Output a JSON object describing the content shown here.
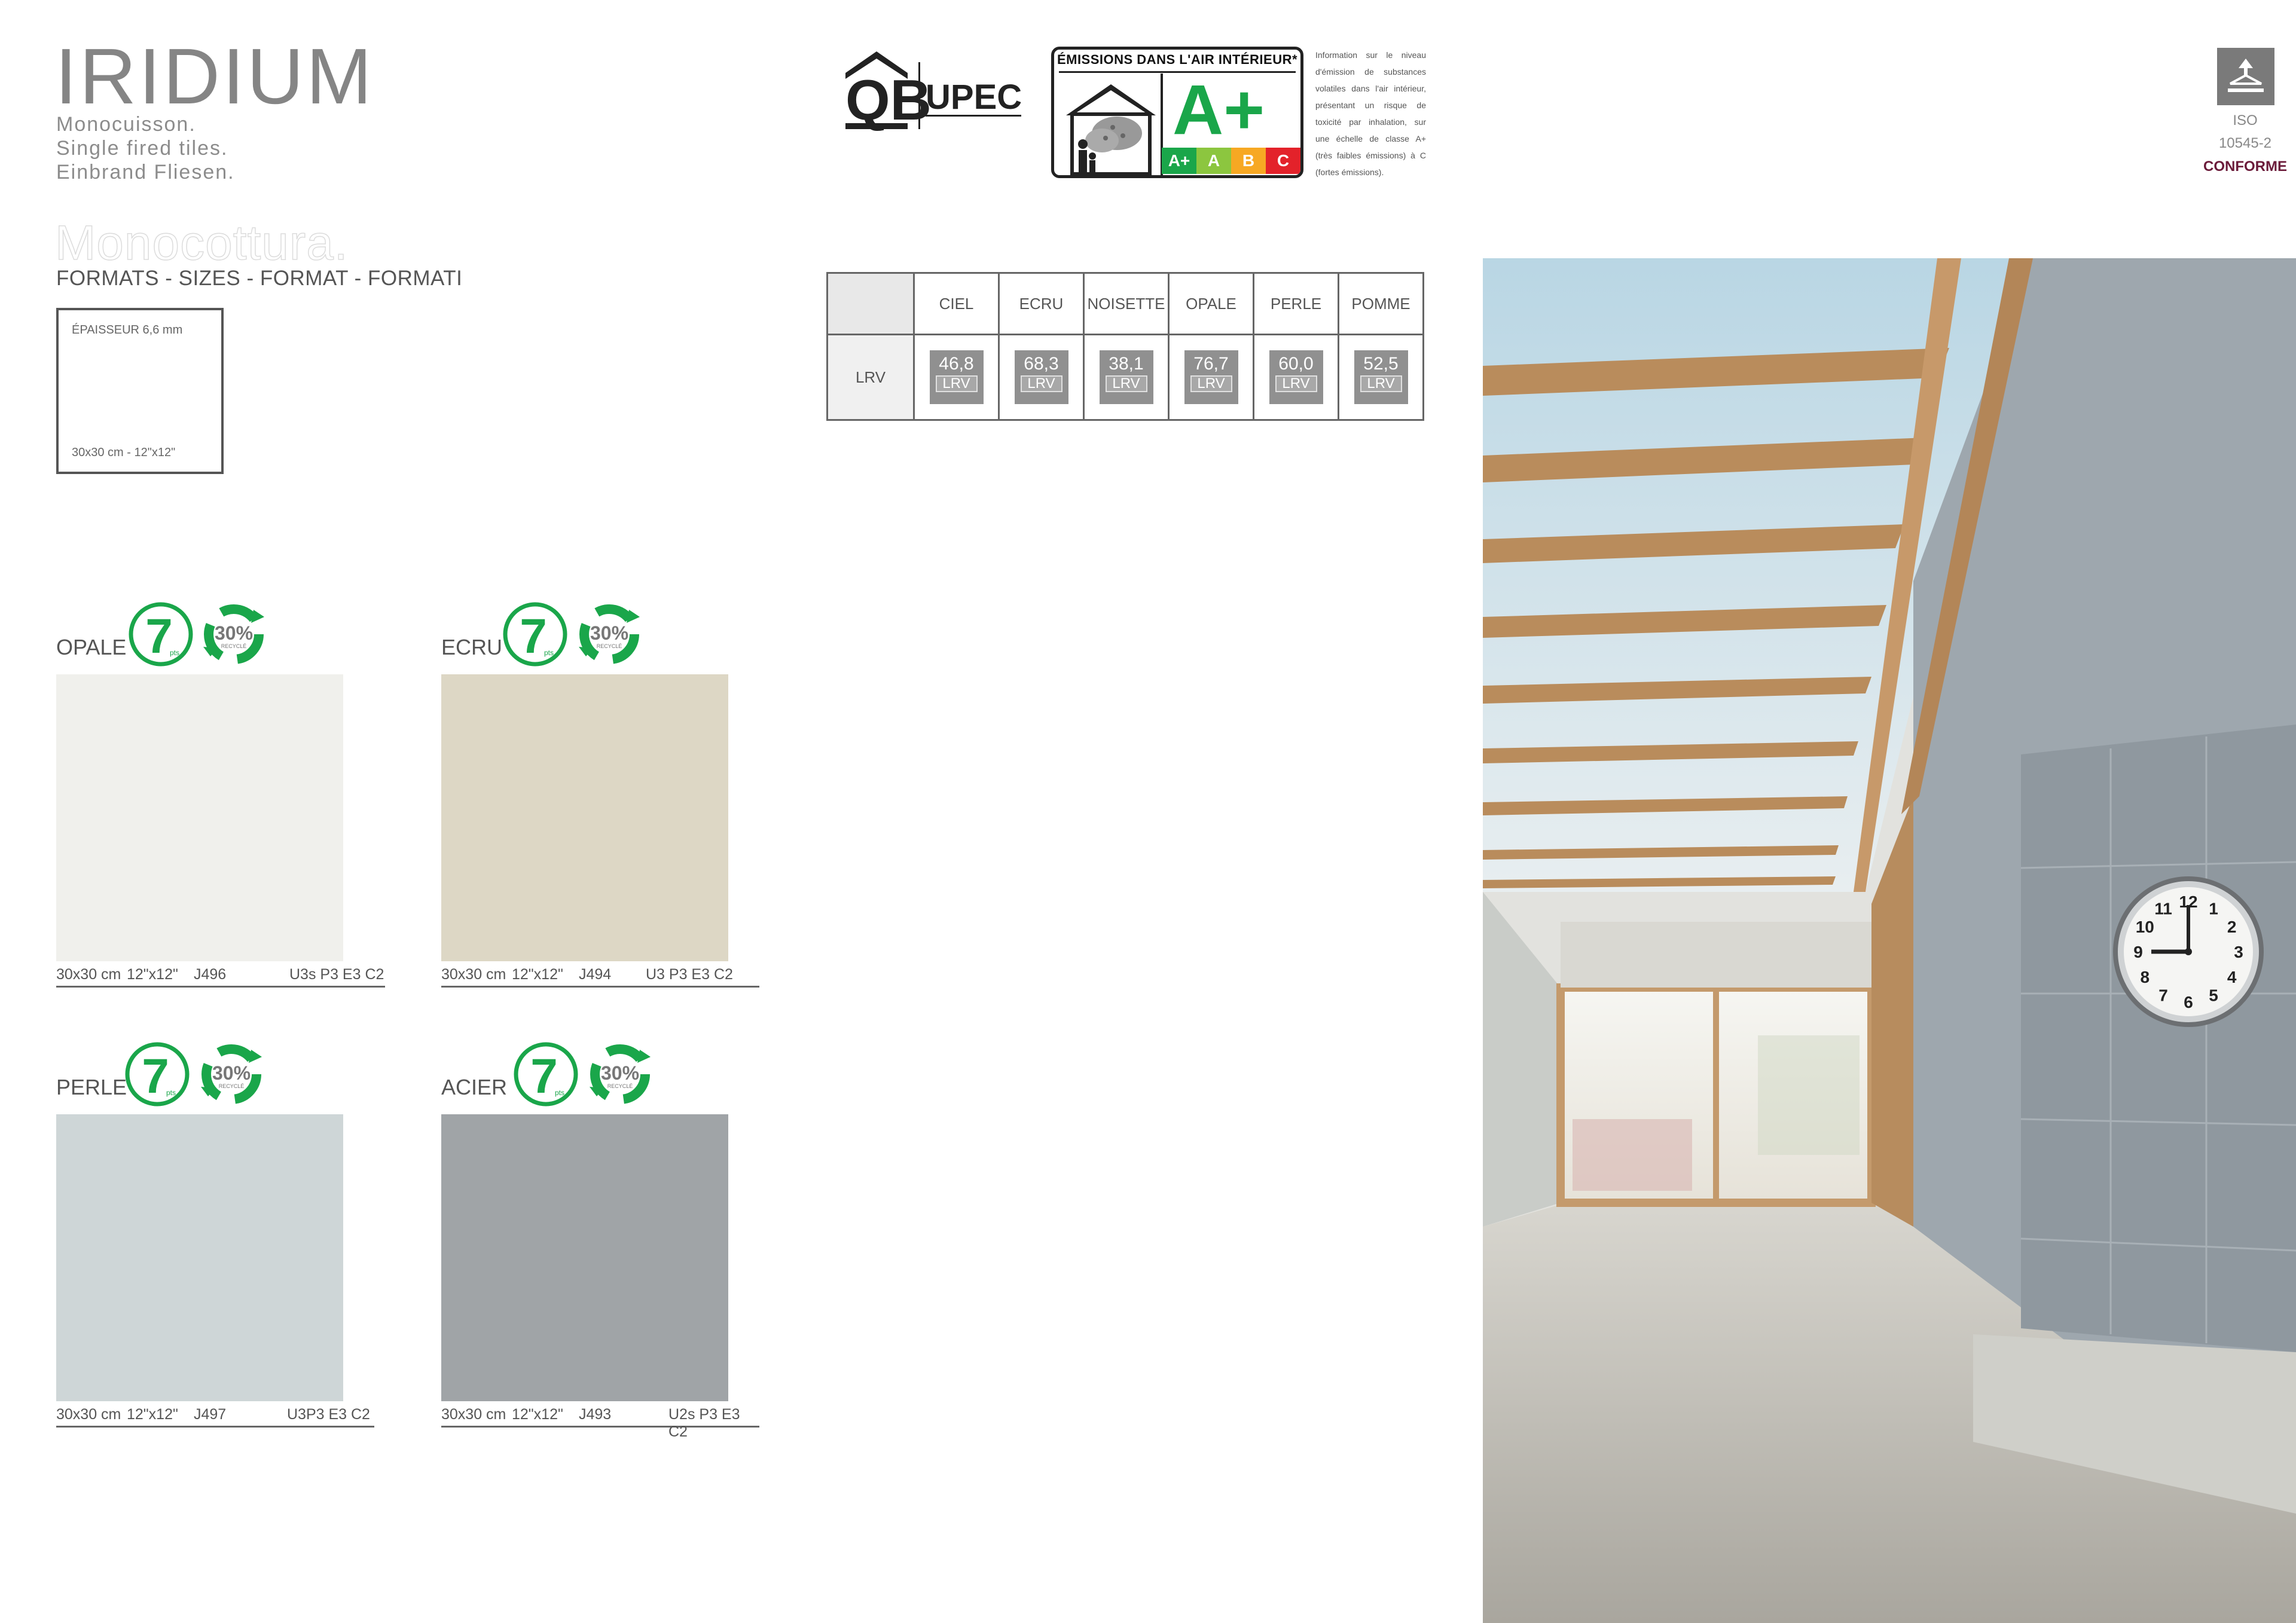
{
  "header": {
    "title": "IRIDIUM",
    "subtitle_lines": [
      "Monocuisson.",
      "Single fired tiles.",
      "Einbrand Fliesen."
    ],
    "ghost_title": "Monocottura.",
    "formats_label": "FORMATS - SIZES - FORMAT - FORMATI"
  },
  "format_box": {
    "thickness": "ÉPAISSEUR 6,6 mm",
    "size": "30x30 cm - 12\"x12\""
  },
  "qb_logo": {
    "mark": "QB",
    "text": "UPEC"
  },
  "emissions": {
    "title": "ÉMISSIONS DANS L'AIR INTÉRIEUR*",
    "grade": "A+",
    "scale": [
      {
        "label": "A+",
        "color": "#1aa64a"
      },
      {
        "label": "A",
        "color": "#8cc63f"
      },
      {
        "label": "B",
        "color": "#f7a823"
      },
      {
        "label": "C",
        "color": "#e3222a"
      }
    ],
    "note": "Information sur le niveau d'émission de substances volatiles dans l'air intérieur, présentant un risque de toxicité par inhalation, sur une échelle de classe A+ (très faibles émissions) à C (fortes émissions)."
  },
  "iso": {
    "line1": "ISO",
    "line2": "10545-2",
    "status": "CONFORME"
  },
  "lrv_table": {
    "row_label": "LRV",
    "columns": [
      "CIEL",
      "ECRU",
      "NOISETTE",
      "OPALE",
      "PERLE",
      "POMME"
    ],
    "values": [
      "46,8",
      "68,3",
      "38,1",
      "76,7",
      "60,0",
      "52,5"
    ],
    "chip_label": "LRV"
  },
  "badges": {
    "points": "7",
    "points_unit": "pts",
    "recycled": "30%",
    "recycled_label": "RECYCLÉ"
  },
  "tiles": [
    {
      "name": "OPALE",
      "color": "#f0f0ec",
      "size_cm": "30x30 cm",
      "size_in": "12\"x12\"",
      "code": "J496",
      "class": "U3s P3 E3 C2"
    },
    {
      "name": "ECRU",
      "color": "#ddd7c5",
      "size_cm": "30x30 cm",
      "size_in": "12\"x12\"",
      "code": "J494",
      "class": "U3 P3 E3 C2"
    },
    {
      "name": "PERLE",
      "color": "#ced6d7",
      "size_cm": "30x30 cm",
      "size_in": "12\"x12\"",
      "code": "J497",
      "class": "U3P3 E3 C2"
    },
    {
      "name": "ACIER",
      "color": "#a0a4a7",
      "size_cm": "30x30 cm",
      "size_in": "12\"x12\"",
      "code": "J493",
      "class": "U2s P3 E3 C2"
    }
  ],
  "clock": {
    "numerals": [
      "12",
      "1",
      "2",
      "3",
      "4",
      "5",
      "6",
      "7",
      "8",
      "9",
      "10",
      "11"
    ]
  }
}
